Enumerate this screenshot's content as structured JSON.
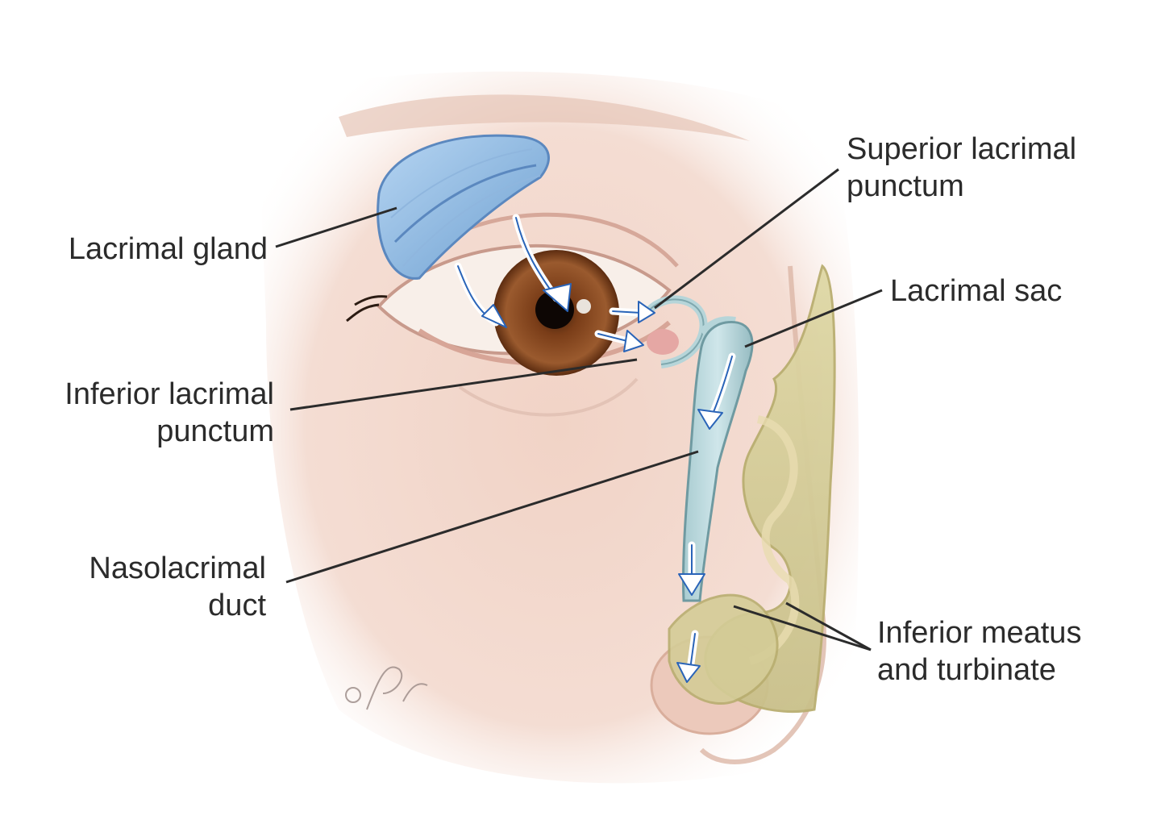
{
  "labels": {
    "lacrimal_gland": "Lacrimal gland",
    "inferior_punctum": "Inferior lacrimal\npunctum",
    "nasolacrimal_duct": "Nasolacrimal\nduct",
    "superior_punctum": "Superior lacrimal\npunctum",
    "lacrimal_sac": "Lacrimal sac",
    "inferior_meatus": "Inferior meatus\nand turbinate"
  },
  "colors": {
    "skin": "#f3d9cf",
    "gland": "#8fb9e0",
    "duct": "#b9d8dc",
    "nasal": "#d7cf9a",
    "iris": "#8a4a22",
    "leader_line": "#2b2b2b",
    "text": "#2b2b2b"
  }
}
